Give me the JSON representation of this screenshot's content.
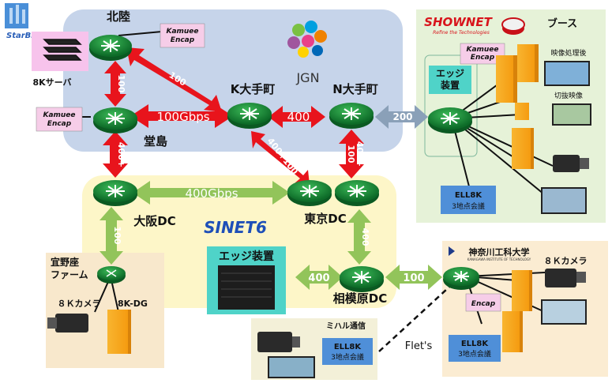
{
  "labels": {
    "hokuriku": "北陸",
    "dojima": "堂島",
    "k_otemachi": "K大手町",
    "n_otemachi": "N大手町",
    "osaka_dc": "大阪DC",
    "tokyo_dc": "東京DC",
    "sagamihara_dc": "相模原DC",
    "jgn": "JGN",
    "sinet": "SINET6",
    "booth": "ブース",
    "server_8k": "8Kサーバ",
    "starbed": "StarBED",
    "showner": "SHOWNET",
    "showner_sub": "Refine the Technologies",
    "ginoza": "宜野座\nファーム",
    "camera_8k_left": "８Ｋカメラ",
    "dg_8k": "8K-DG",
    "edge_center": "エッジ装置",
    "edge_booth": "エッジ\n装置",
    "kanagawa": "神奈川工科大学",
    "kanagawa_sub": "KANAGAWA INSTITUTE OF TECHNOLOGY",
    "camera_8k_right": "８Ｋカメラ",
    "encap_right": "Encap",
    "miharu": "ミハル通信",
    "flets": "Flet's",
    "eizo_after": "映像処理後",
    "kiri_eizo": "切抜映像"
  },
  "kamuee": [
    "Kamuee\nEncap",
    "Kamuee\nEncap",
    "Kamuee\nEncap"
  ],
  "ell": [
    {
      "title": "ELL8K",
      "sub": "3地点会議"
    },
    {
      "title": "ELL8K",
      "sub": "3地点会議"
    },
    {
      "title": "ELL8K",
      "sub": "3地点会議"
    }
  ],
  "links": {
    "hokuriku_dojima": "100",
    "hokuriku_k": "100",
    "dojima_k": "100Gbps",
    "k_n": "400",
    "n_booth": "200",
    "dojima_osaka": "400+",
    "k_tokyo": "400+100",
    "n_tokyo": "400+\n100",
    "osaka_tokyo": "400Gbps",
    "osaka_ginoza": "100",
    "tokyo_sagamihara": "400",
    "edge_sagamihara": "400",
    "sagamihara_kanagawa": "100"
  },
  "colors": {
    "jgn_region": "#c6d4ea",
    "sinet_region": "#fdf6c8",
    "booth_region": "#e6f2d8",
    "ginoza_region": "#f8e8cc",
    "kanagawa_region": "#fbecd2",
    "miharu_region": "#f3f0d8",
    "router": "#1e8a3a",
    "red_link": "#e8141c",
    "green_link": "#92c45a",
    "blue_link": "#8aa0b8",
    "kamuee_box": "#f6cde8",
    "edge_box": "#4fd3c8",
    "ell_box": "#4f8fd8",
    "server_box": "#f7c3ec"
  }
}
